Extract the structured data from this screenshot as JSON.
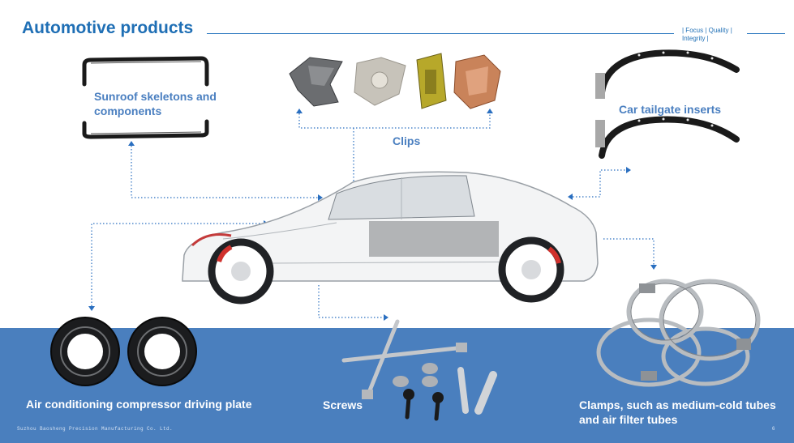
{
  "header": {
    "title": "Automotive products",
    "tagline": "| Focus | Quality | Integrity |"
  },
  "products": {
    "sunroof": "Sunroof skeletons and components",
    "clips": "Clips",
    "tailgate": "Car tailgate inserts",
    "compressor": "Air conditioning compressor driving plate",
    "screws": "Screws",
    "clamps": "Clamps, such as medium-cold tubes and air filter tubes"
  },
  "footer": {
    "company": "Suzhou Baosheng Precision Manufacturing Co. Ltd.",
    "page": "6"
  },
  "colors": {
    "accent": "#1f6fb5",
    "band": "#4a7fbe",
    "label": "#4a7fc0"
  }
}
